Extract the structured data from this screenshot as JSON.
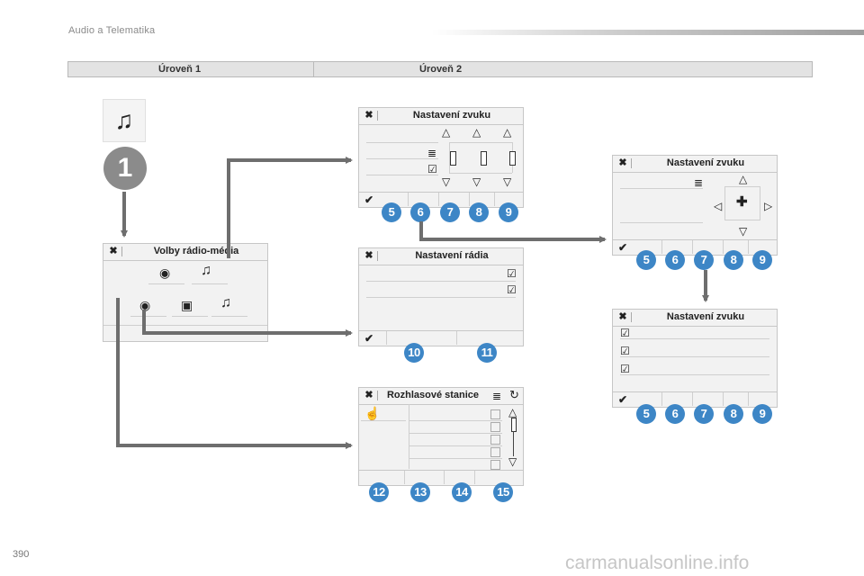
{
  "header": {
    "title": "Audio a Telematika"
  },
  "levels": {
    "level1": "Úroveň 1",
    "level2": "Úroveň 2"
  },
  "tile": {
    "icon": "music-note-icon",
    "glyph": "♫"
  },
  "step": {
    "number": "1"
  },
  "panels": {
    "radio_media": {
      "title": "Volby rádio-média"
    },
    "sound_a": {
      "title": "Nastavení zvuku",
      "numbers": [
        "5",
        "6",
        "7",
        "8",
        "9"
      ]
    },
    "radio_settings": {
      "title": "Nastavení rádia",
      "numbers": [
        "10",
        "11"
      ]
    },
    "stations": {
      "title": "Rozhlasové stanice",
      "numbers": [
        "12",
        "13",
        "14",
        "15"
      ]
    },
    "sound_b": {
      "title": "Nastavení zvuku",
      "numbers": [
        "5",
        "6",
        "7",
        "8",
        "9"
      ]
    },
    "sound_c": {
      "title": "Nastavení zvuku",
      "numbers": [
        "5",
        "6",
        "7",
        "8",
        "9"
      ]
    }
  },
  "glyphs": {
    "close": "✖",
    "confirm": "✔",
    "up": "△",
    "down": "▽",
    "left": "◁",
    "right": "▷",
    "plus": "✚",
    "list": "≣",
    "edit": "☑",
    "note": "♫",
    "radio": "◉",
    "contact": "▣",
    "hand": "☝",
    "refresh": "↻"
  },
  "footer": {
    "page": "390",
    "watermark": "carmanualsonline.info"
  },
  "colors": {
    "badge": "#3d86c6",
    "arrow": "#6e6e6e",
    "step": "#8b8b8b"
  }
}
